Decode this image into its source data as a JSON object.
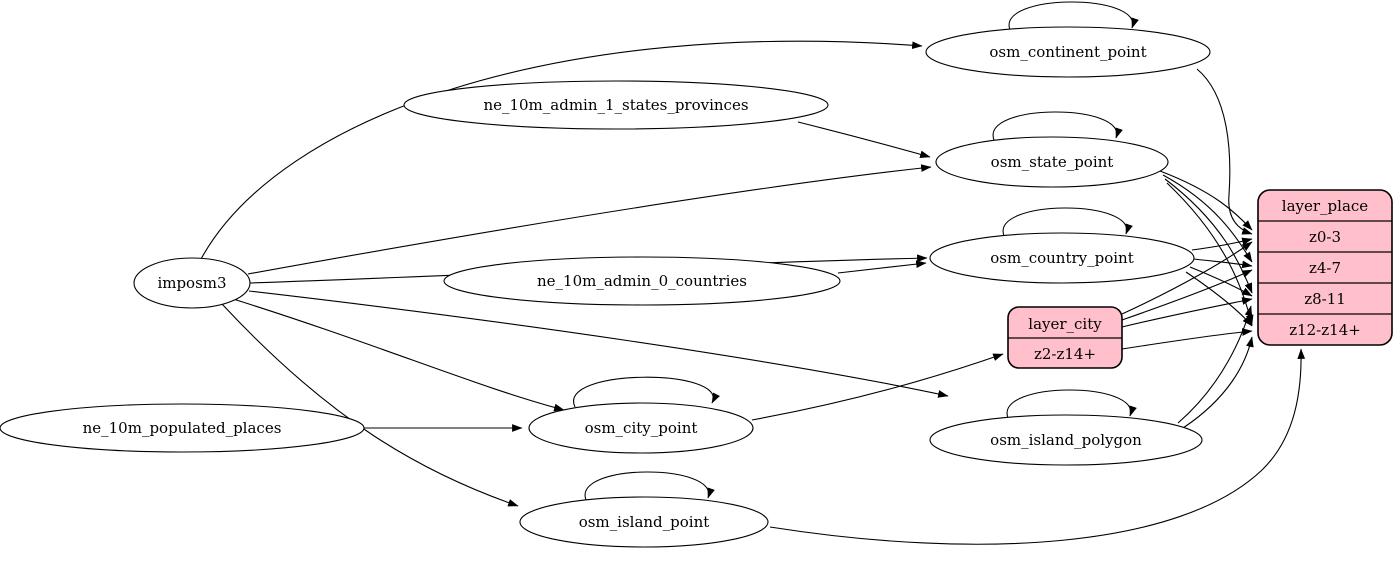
{
  "diagram": {
    "type": "etl-graph",
    "background_color": "#ffffff",
    "colors": {
      "table_node_fill": "#ffffff",
      "layer_node_fill": "#ffc0cb",
      "stroke": "#000000",
      "edge": "#000000"
    },
    "nodes": {
      "imposm3": {
        "label": "imposm3",
        "shape": "ellipse"
      },
      "ne_10m_admin_1_states_provinces": {
        "label": "ne_10m_admin_1_states_provinces",
        "shape": "ellipse"
      },
      "ne_10m_admin_0_countries": {
        "label": "ne_10m_admin_0_countries",
        "shape": "ellipse"
      },
      "ne_10m_populated_places": {
        "label": "ne_10m_populated_places",
        "shape": "ellipse"
      },
      "osm_continent_point": {
        "label": "osm_continent_point",
        "shape": "ellipse"
      },
      "osm_state_point": {
        "label": "osm_state_point",
        "shape": "ellipse"
      },
      "osm_country_point": {
        "label": "osm_country_point",
        "shape": "ellipse"
      },
      "osm_city_point": {
        "label": "osm_city_point",
        "shape": "ellipse"
      },
      "osm_island_polygon": {
        "label": "osm_island_polygon",
        "shape": "ellipse"
      },
      "osm_island_point": {
        "label": "osm_island_point",
        "shape": "ellipse"
      },
      "layer_city": {
        "label": "layer_city",
        "shape": "record",
        "rows": [
          "z2-z14+"
        ]
      },
      "layer_place": {
        "label": "layer_place",
        "shape": "record",
        "rows": [
          "z0-3",
          "z4-7",
          "z8-11",
          "z12-z14+"
        ]
      }
    },
    "edges": [
      {
        "from": "imposm3",
        "to": "osm_continent_point"
      },
      {
        "from": "imposm3",
        "to": "osm_state_point"
      },
      {
        "from": "imposm3",
        "to": "osm_country_point"
      },
      {
        "from": "imposm3",
        "to": "osm_city_point"
      },
      {
        "from": "imposm3",
        "to": "osm_island_polygon"
      },
      {
        "from": "imposm3",
        "to": "osm_island_point"
      },
      {
        "from": "ne_10m_admin_1_states_provinces",
        "to": "osm_state_point"
      },
      {
        "from": "ne_10m_admin_0_countries",
        "to": "osm_country_point"
      },
      {
        "from": "ne_10m_populated_places",
        "to": "osm_city_point"
      },
      {
        "from": "osm_continent_point",
        "to": "osm_continent_point",
        "self_loop": true
      },
      {
        "from": "osm_state_point",
        "to": "osm_state_point",
        "self_loop": true
      },
      {
        "from": "osm_country_point",
        "to": "osm_country_point",
        "self_loop": true
      },
      {
        "from": "osm_city_point",
        "to": "osm_city_point",
        "self_loop": true
      },
      {
        "from": "osm_island_polygon",
        "to": "osm_island_polygon",
        "self_loop": true
      },
      {
        "from": "osm_island_point",
        "to": "osm_island_point",
        "self_loop": true
      },
      {
        "from": "osm_continent_point",
        "to": "layer_place",
        "to_port": "z0-3"
      },
      {
        "from": "osm_state_point",
        "to": "layer_place",
        "to_port": "z0-3"
      },
      {
        "from": "osm_state_point",
        "to": "layer_place",
        "to_port": "z4-7"
      },
      {
        "from": "osm_state_point",
        "to": "layer_place",
        "to_port": "z8-11"
      },
      {
        "from": "osm_state_point",
        "to": "layer_place",
        "to_port": "z12-z14+"
      },
      {
        "from": "osm_country_point",
        "to": "layer_place",
        "to_port": "z0-3"
      },
      {
        "from": "osm_country_point",
        "to": "layer_place",
        "to_port": "z4-7"
      },
      {
        "from": "osm_country_point",
        "to": "layer_place",
        "to_port": "z8-11"
      },
      {
        "from": "osm_country_point",
        "to": "layer_place",
        "to_port": "z12-z14+"
      },
      {
        "from": "osm_city_point",
        "to": "layer_city",
        "to_port": "z2-z14+"
      },
      {
        "from": "layer_city",
        "to": "layer_place",
        "to_port": "z0-3"
      },
      {
        "from": "layer_city",
        "to": "layer_place",
        "to_port": "z4-7"
      },
      {
        "from": "layer_city",
        "to": "layer_place",
        "to_port": "z8-11"
      },
      {
        "from": "layer_city",
        "to": "layer_place",
        "to_port": "z12-z14+"
      },
      {
        "from": "osm_island_polygon",
        "to": "layer_place",
        "to_port": "z8-11"
      },
      {
        "from": "osm_island_polygon",
        "to": "layer_place",
        "to_port": "z12-z14+"
      },
      {
        "from": "osm_island_point",
        "to": "layer_place",
        "to_port": "z12-z14+"
      }
    ]
  }
}
